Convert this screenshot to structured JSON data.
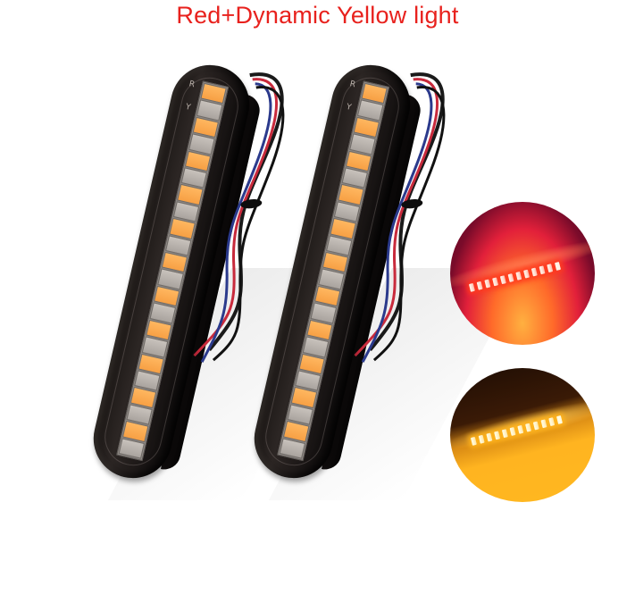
{
  "title": {
    "text": "Red+Dynamic Yellow light",
    "color": "#e8211d"
  },
  "products": [
    {
      "id": "left",
      "label_top": "R",
      "label_side": "Y",
      "leds": [
        "amber",
        "clear",
        "amber",
        "clear",
        "amber",
        "clear",
        "amber",
        "clear",
        "amber",
        "clear",
        "amber",
        "clear",
        "amber",
        "clear",
        "amber",
        "clear",
        "amber",
        "clear",
        "amber",
        "clear",
        "amber",
        "clear"
      ],
      "wire_colors": [
        "#d02a3c",
        "#2b3a8c",
        "#1a1a1a"
      ]
    },
    {
      "id": "right",
      "label_top": "R",
      "label_side": "Y",
      "leds": [
        "amber",
        "clear",
        "amber",
        "clear",
        "amber",
        "clear",
        "amber",
        "clear",
        "amber",
        "clear",
        "amber",
        "clear",
        "amber",
        "clear",
        "amber",
        "clear",
        "amber",
        "clear",
        "amber",
        "clear",
        "amber",
        "clear"
      ],
      "wire_colors": [
        "#d02a3c",
        "#2b3a8c",
        "#1a1a1a"
      ]
    }
  ],
  "insets": [
    {
      "name": "red-light-demo",
      "glow_color": "#ff3a1f",
      "background_top": "#6a0a2a",
      "background_bottom": "#ff7a2a",
      "led_count": 12
    },
    {
      "name": "yellow-light-demo",
      "glow_color": "#ffb21a",
      "background_top": "#2a1406",
      "background_bottom": "#ffb31a",
      "led_count": 12
    }
  ]
}
